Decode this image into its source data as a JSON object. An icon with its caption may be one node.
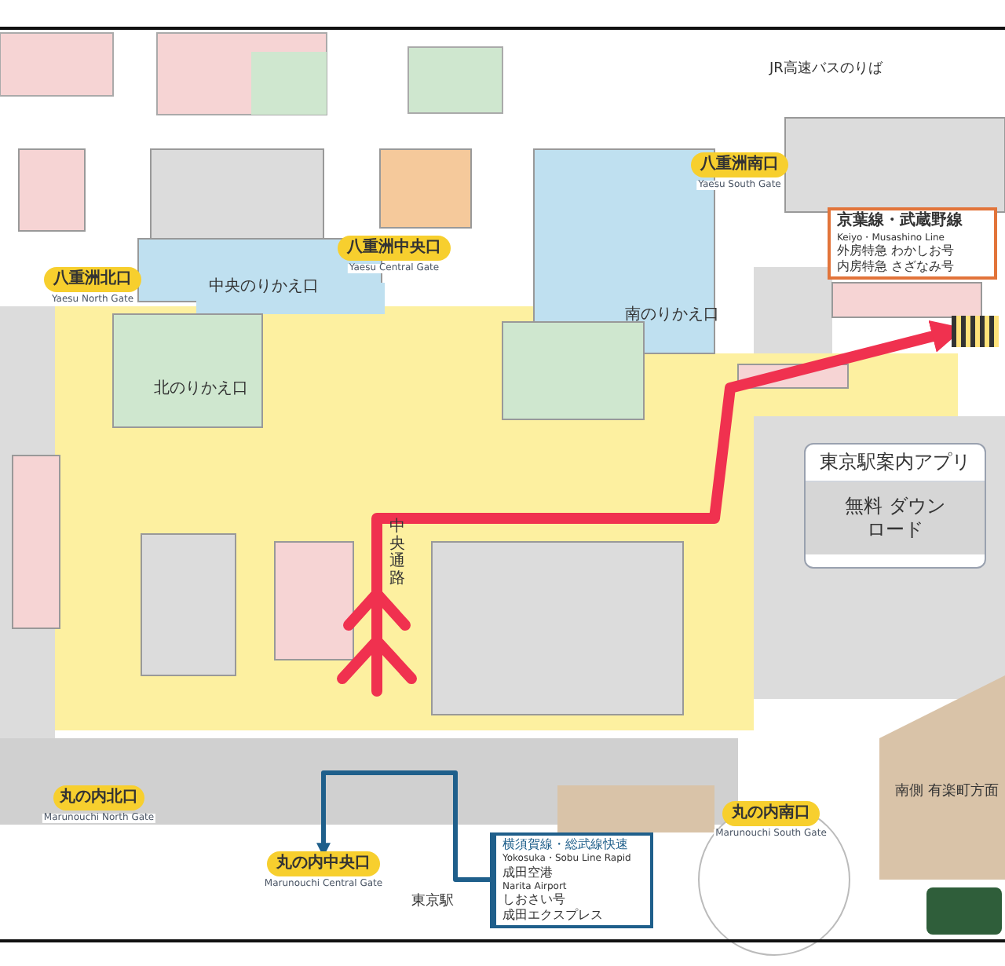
{
  "diagram": {
    "nodes": [
      {
        "text": [
          "八重洲北口"
        ],
        "beside": [
          "Yaesu North Gate"
        ]
      },
      {
        "text": [
          "八重洲中央口"
        ],
        "beside": [
          "Yaesu Central Gate"
        ]
      },
      {
        "text": [
          "八重洲南口"
        ],
        "beside": [
          "Yaesu South Gate"
        ]
      },
      {
        "text": [
          "中央のりかえ口"
        ]
      },
      {
        "text": [
          "北のりかえ口"
        ]
      },
      {
        "text": [
          "南のりかえ口"
        ]
      },
      {
        "text": [
          "京葉線・武蔵野線",
          "Keiyo・Musashino Line",
          "外房特急 わかしお号",
          "内房特急 さざなみ号"
        ]
      },
      {
        "text": [
          "丸の内北口"
        ],
        "beside": [
          "Marunouchi North Gate"
        ]
      },
      {
        "text": [
          "丸の内中央口"
        ],
        "beside": [
          "Marunouchi Central Gate"
        ]
      },
      {
        "text": [
          "丸の内南口"
        ],
        "beside": [
          "Marunouchi South Gate"
        ]
      },
      {
        "text": [
          "横須賀線・総武線快速",
          "Yokosuka・Sobu Line Rapid",
          "成田空港",
          "Narita Airport",
          "しおさい号",
          "成田エクスプレス"
        ]
      },
      {
        "text": [
          "東京駅案内アプリ",
          "無料 ダウンロード"
        ]
      },
      {
        "text": [],
        "shape": "bar"
      }
    ],
    "edges": [
      {
        "from": null,
        "to": 12,
        "arrow": "to",
        "style": "thick",
        "color": "#f0314f"
      },
      {
        "from": 10,
        "to": 8,
        "arrow": "to",
        "color": "#1f5f8b"
      }
    ],
    "labels": [
      "JR高速バスのりば",
      "中央通路",
      "南側 有楽町方面",
      "東京駅"
    ]
  }
}
